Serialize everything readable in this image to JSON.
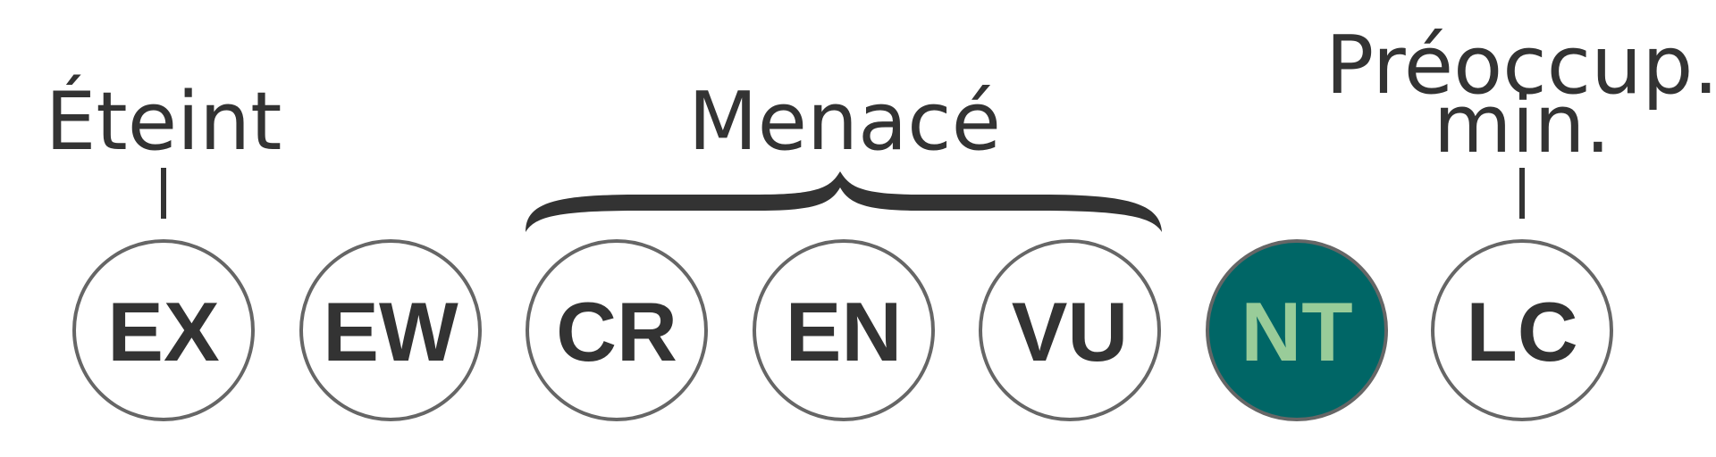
{
  "categories": [
    {
      "code": "EX",
      "selected": false
    },
    {
      "code": "EW",
      "selected": false
    },
    {
      "code": "CR",
      "selected": false
    },
    {
      "code": "EN",
      "selected": false
    },
    {
      "code": "VU",
      "selected": false
    },
    {
      "code": "NT",
      "selected": true
    },
    {
      "code": "LC",
      "selected": false
    }
  ],
  "labels": {
    "extinct": "Éteint",
    "threatened": "Menacé",
    "least_concern_line1": "Préoccup.",
    "least_concern_line2": "min."
  },
  "colors": {
    "outline": "#666666",
    "text": "#333333",
    "selected_fill": "#006666",
    "selected_text": "#99cc99",
    "background": "#ffffff"
  }
}
